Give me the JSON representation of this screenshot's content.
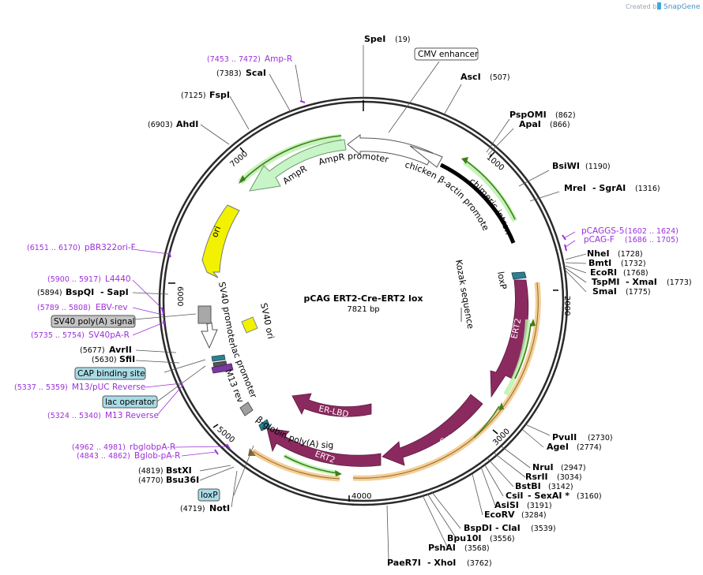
{
  "credit": {
    "prefix": "Created by",
    "brand": "SnapGene"
  },
  "plasmid": {
    "name": "pCAG ERT2-Cre-ERT2 lox",
    "length": "7821 bp"
  },
  "ticks": {
    "t1000": "1000",
    "t2000": "2000",
    "t3000": "3000",
    "t4000": "4000",
    "t5000": "5000",
    "t6000": "6000",
    "t7000": "7000"
  },
  "enzymes": {
    "spei": {
      "name": "SpeI",
      "pos": "(19)"
    },
    "asci": {
      "name": "AscI",
      "pos": "(507)"
    },
    "pspomi": {
      "name": "PspOMI",
      "pos": "(862)"
    },
    "apai": {
      "name": "ApaI",
      "pos": "(866)"
    },
    "bsiwi": {
      "name": "BsiWI",
      "pos": "(1190)"
    },
    "mrei": {
      "name": "MreI",
      "sep": "- SgrAI",
      "pos": "(1316)"
    },
    "nhei": {
      "name": "NheI",
      "pos": "(1728)"
    },
    "bmti": {
      "name": "BmtI",
      "pos": "(1732)"
    },
    "ecori": {
      "name": "EcoRI",
      "pos": "(1768)"
    },
    "tspmi": {
      "name": "TspMI",
      "sep": "- XmaI",
      "pos": "(1773)"
    },
    "smai": {
      "name": "SmaI",
      "pos": "(1775)"
    },
    "pvuii": {
      "name": "PvuII",
      "pos": "(2730)"
    },
    "agei": {
      "name": "AgeI",
      "pos": "(2774)"
    },
    "nrui": {
      "name": "NruI",
      "pos": "(2947)"
    },
    "rsrii": {
      "name": "RsrII",
      "pos": "(3034)"
    },
    "bstbi": {
      "name": "BstBI",
      "pos": "(3142)"
    },
    "csii": {
      "name": "CsiI",
      "sep": "- SexAI *",
      "pos": "(3160)"
    },
    "asisi": {
      "name": "AsiSI",
      "pos": "(3191)"
    },
    "ecorv": {
      "name": "EcoRV",
      "pos": "(3284)"
    },
    "bspdi": {
      "name": "BspDI",
      "sep": "- ClaI",
      "pos": "(3539)"
    },
    "bpu10i": {
      "name": "Bpu10I",
      "pos": "(3556)"
    },
    "pshai": {
      "name": "PshAI",
      "pos": "(3568)"
    },
    "paer7i": {
      "name": "PaeR7I",
      "sep": "- XhoI",
      "pos": "(3762)"
    },
    "noti": {
      "name": "NotI",
      "pos": "(4719)"
    },
    "bsu36i": {
      "name": "Bsu36I",
      "pos": "(4770)"
    },
    "bstxi": {
      "name": "BstXI",
      "pos": "(4819)"
    },
    "sfii": {
      "name": "SfiI",
      "pos": "(5630)"
    },
    "avrii": {
      "name": "AvrII",
      "pos": "(5677)"
    },
    "bspqi": {
      "name": "BspQI",
      "sep": "- SapI",
      "pos": "(5894)"
    },
    "ahdi": {
      "name": "AhdI",
      "pos": "(6903)"
    },
    "fspi": {
      "name": "FspI",
      "pos": "(7125)"
    },
    "scai": {
      "name": "ScaI",
      "pos": "(7383)"
    }
  },
  "primers": {
    "ampr": {
      "name": "Amp-R",
      "pos": "(7453 .. 7472)"
    },
    "pcaggs5": {
      "name": "pCAGGS-5",
      "pos": "(1602 .. 1624)"
    },
    "pcagf": {
      "name": "pCAG-F",
      "pos": "(1686 .. 1705)"
    },
    "pbr322": {
      "name": "pBR322ori-F",
      "pos": "(6151 .. 6170)"
    },
    "l4440": {
      "name": "L4440",
      "pos": "(5900 .. 5917)"
    },
    "ebvrev": {
      "name": "EBV-rev",
      "pos": "(5789 .. 5808)"
    },
    "sv40par": {
      "name": "SV40pA-R",
      "pos": "(5735 .. 5754)"
    },
    "m13puc": {
      "name": "M13/pUC Reverse",
      "pos": "(5337 .. 5359)"
    },
    "m13rev": {
      "name": "M13 Reverse",
      "pos": "(5324 .. 5340)"
    },
    "rbglob": {
      "name": "rbglobpA-R",
      "pos": "(4962 .. 4981)"
    },
    "bglob": {
      "name": "Bglob-pA-R",
      "pos": "(4843 .. 4862)"
    }
  },
  "boxed": {
    "cmv": "CMV enhancer",
    "sv40polya": "SV40 poly(A) signal",
    "cap": "CAP binding site",
    "lacop": "lac operator",
    "loxp_box": "loxP"
  },
  "features": {
    "ampr": "AmpR",
    "ampr_promoter": "AmpR promoter",
    "chicken": "chicken β-actin promoter",
    "chimeric": "chimeric intron",
    "kozak": "Kozak sequence",
    "loxp": "loxP",
    "ert2_top": "ERT2",
    "ert2_bottom": "ERT2",
    "cre": "Cre",
    "erlbd": "ER-LBD",
    "bglobin": "β-globin poly(A) signal",
    "m13rev": "M13 rev",
    "lacprom": "lac promoter",
    "sv40prom": "SV40 promoter",
    "sv40ori": "SV40 ori",
    "ori": "ori"
  },
  "colors": {
    "backbone": "#2b2b2b",
    "ert2": "#8b2a5f",
    "ori": "#f2f200",
    "ampr_fill": "#c8f5c8",
    "primer": "#9b30d9",
    "orf_green": "#4f8f1f",
    "orf_glow": "#f3c27a",
    "box_blue": "#a9dbe6"
  }
}
